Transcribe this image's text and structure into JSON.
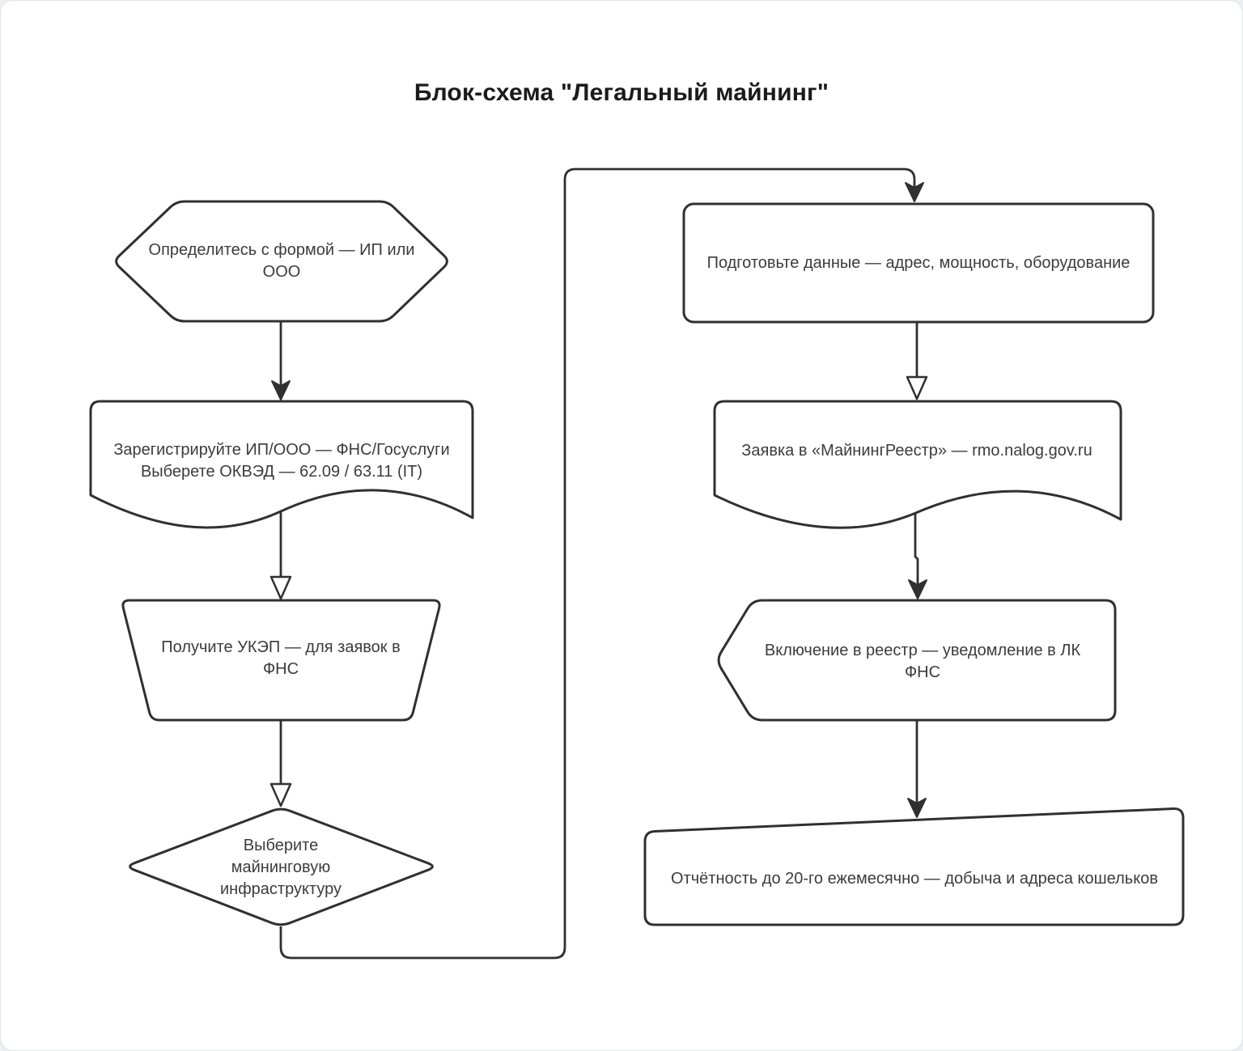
{
  "title": "Блок-схема \"Легальный майнинг\"",
  "theme": {
    "page_background": "#eef0f2",
    "canvas_background": "#ffffff",
    "shape_stroke": "#303030",
    "text_color": "#3c3c3c",
    "title_color": "#1b1b1b"
  },
  "nodes": {
    "choose_form": {
      "shape": "hexagon",
      "lines": [
        "Определитесь с формой — ИП или",
        "ООО"
      ]
    },
    "register": {
      "shape": "document",
      "lines": [
        "Зарегистрируйте ИП/ООО — ФНС/Госуслуги",
        "Выберете ОКВЭД — 62.09 / 63.11 (IT)"
      ]
    },
    "get_ukep": {
      "shape": "trapezoid",
      "lines": [
        "Получите УКЭП — для заявок в",
        "ФНС"
      ]
    },
    "choose_infrastructure": {
      "shape": "diamond",
      "lines": [
        "Выберите",
        "майнинговую",
        "инфраструктуру"
      ]
    },
    "prepare_data": {
      "shape": "rounded-rectangle",
      "lines": [
        "Подготовьте данные — адрес, мощность, оборудование"
      ]
    },
    "registry_application": {
      "shape": "document",
      "lines": [
        "Заявка в «МайнингРеестр» — rmo.nalog.gov.ru"
      ]
    },
    "registry_inclusion": {
      "shape": "left-point-pentagon",
      "lines": [
        "Включение в реестр — уведомление в ЛК",
        "ФНС"
      ]
    },
    "reporting": {
      "shape": "slanted-rectangle",
      "lines": [
        "Отчётность до 20-го ежемесячно — добыча и адреса кошельков"
      ]
    }
  }
}
